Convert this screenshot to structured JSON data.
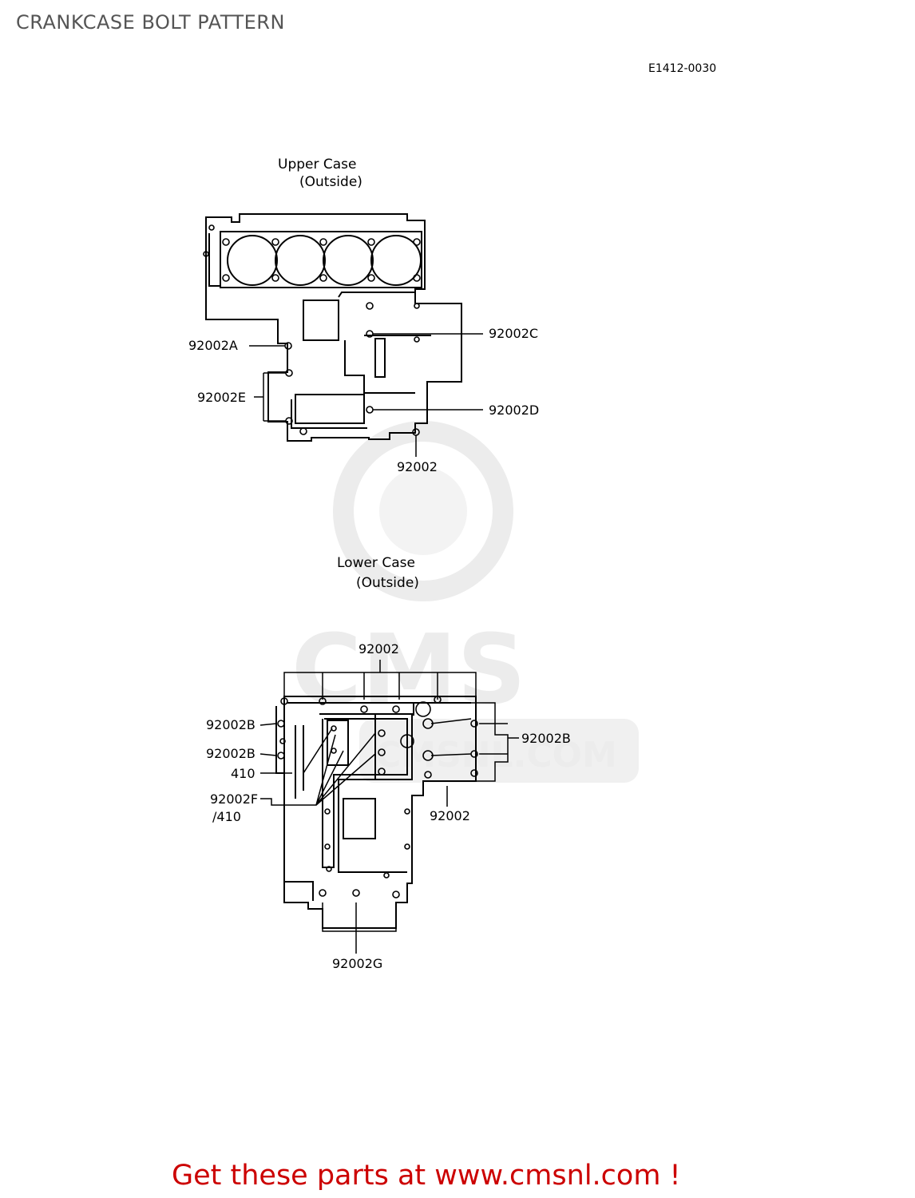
{
  "page": {
    "title": "CRANKCASE BOLT PATTERN",
    "ref_code": "E1412-0030",
    "footer": "Get these parts at www.cmsnl.com !",
    "footer_color": "#cc0000",
    "watermark": {
      "logo_text": "CMS",
      "url_text": "CMSNL.COM"
    }
  },
  "upper_case": {
    "heading": "Upper Case",
    "subheading": "(Outside)",
    "labels": {
      "a": "92002A",
      "c": "92002C",
      "e": "92002E",
      "d": "92002D",
      "plain": "92002"
    }
  },
  "lower_case": {
    "heading": "Lower Case",
    "subheading": "(Outside)",
    "labels": {
      "top": "92002",
      "b_left_1": "92002B",
      "b_left_2": "92002B",
      "l410": "410",
      "f_line1": "92002F",
      "f_line2": "/410",
      "b_right": "92002B",
      "right_plain": "92002",
      "g": "92002G"
    }
  }
}
